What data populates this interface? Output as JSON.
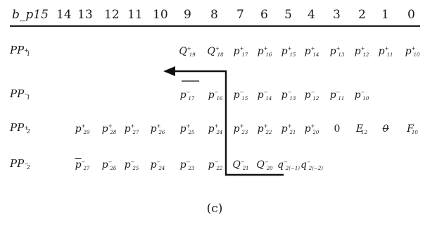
{
  "header": {
    "label": "b_p15",
    "bits": [
      "14",
      "13",
      "12",
      "11",
      "10",
      "9",
      "8",
      "7",
      "6",
      "5",
      "4",
      "3",
      "2",
      "1",
      "0"
    ]
  },
  "rows": [
    {
      "base": "PP",
      "sub": "1",
      "sup": "+",
      "cells": [
        {
          "col": "9",
          "base": "Q",
          "sub": "19",
          "sup": "+"
        },
        {
          "col": "8",
          "base": "Q",
          "sub": "18",
          "sup": "+"
        },
        {
          "col": "7",
          "base": "p",
          "sub": "17",
          "sup": "+"
        },
        {
          "col": "6",
          "base": "p",
          "sub": "16",
          "sup": "+"
        },
        {
          "col": "5",
          "base": "p",
          "sub": "15",
          "sup": "+"
        },
        {
          "col": "4",
          "base": "p",
          "sub": "14",
          "sup": "+"
        },
        {
          "col": "3",
          "base": "p",
          "sub": "13",
          "sup": "+"
        },
        {
          "col": "2",
          "base": "p",
          "sub": "12",
          "sup": "+"
        },
        {
          "col": "1",
          "base": "p",
          "sub": "11",
          "sup": "+"
        },
        {
          "col": "0",
          "base": "p",
          "sub": "10",
          "sup": "+"
        }
      ]
    },
    {
      "base": "PP",
      "sub": "1",
      "sup": "−",
      "cells": [
        {
          "col": "9",
          "base": "p",
          "sub": "17",
          "sup": "−",
          "overline": true
        },
        {
          "col": "8",
          "base": "p",
          "sub": "16",
          "sup": "−"
        },
        {
          "col": "7",
          "base": "p",
          "sub": "15",
          "sup": "−"
        },
        {
          "col": "6",
          "base": "p",
          "sub": "14",
          "sup": "−"
        },
        {
          "col": "5",
          "base": "p",
          "sub": "13",
          "sup": "−"
        },
        {
          "col": "4",
          "base": "p",
          "sub": "12",
          "sup": "−"
        },
        {
          "col": "3",
          "base": "p",
          "sub": "11",
          "sup": "−"
        },
        {
          "col": "2",
          "base": "p",
          "sub": "10",
          "sup": "−"
        }
      ]
    },
    {
      "base": "PP",
      "sub": "2",
      "sup": "+",
      "cells": [
        {
          "col": "13",
          "base": "p",
          "sub": "29",
          "sup": "+"
        },
        {
          "col": "12",
          "base": "p",
          "sub": "28",
          "sup": "+"
        },
        {
          "col": "11",
          "base": "p",
          "sub": "27",
          "sup": "+"
        },
        {
          "col": "10",
          "base": "p",
          "sub": "26",
          "sup": "+"
        },
        {
          "col": "9",
          "base": "p",
          "sub": "25",
          "sup": "+"
        },
        {
          "col": "8",
          "base": "p",
          "sub": "24",
          "sup": "+"
        },
        {
          "col": "7",
          "base": "p",
          "sub": "23",
          "sup": "+"
        },
        {
          "col": "6",
          "base": "p",
          "sub": "22",
          "sup": "+"
        },
        {
          "col": "5",
          "base": "p",
          "sub": "21",
          "sup": "+"
        },
        {
          "col": "4",
          "base": "p",
          "sub": "20",
          "sup": "+"
        },
        {
          "col": "3",
          "base": "0",
          "plain": true
        },
        {
          "col": "2",
          "base": "E",
          "sub": "12"
        },
        {
          "col": "1",
          "base": "0",
          "slashed": true
        },
        {
          "col": "0",
          "base": "F",
          "sub": "10"
        }
      ]
    },
    {
      "base": "PP",
      "sub": "2",
      "sup": "−",
      "cells": [
        {
          "col": "13",
          "base": "p",
          "sub": "27",
          "sup": "−",
          "overline": true
        },
        {
          "col": "12",
          "base": "p",
          "sub": "26",
          "sup": "−"
        },
        {
          "col": "11",
          "base": "p",
          "sub": "25",
          "sup": "−"
        },
        {
          "col": "10",
          "base": "p",
          "sub": "24",
          "sup": "−"
        },
        {
          "col": "9",
          "base": "p",
          "sub": "23",
          "sup": "−"
        },
        {
          "col": "8",
          "base": "p",
          "sub": "22",
          "sup": "−"
        },
        {
          "col": "7",
          "base": "Q",
          "sub": "21",
          "sup": "−"
        },
        {
          "col": "6",
          "base": "Q",
          "sub": "20",
          "sup": "−"
        },
        {
          "col": "5",
          "base": "q",
          "sub": "2(−1)",
          "sup": "−"
        },
        {
          "col": "4",
          "base": "q",
          "sub": "2(−2)",
          "sup": "−"
        }
      ]
    }
  ],
  "caption": "(c)"
}
